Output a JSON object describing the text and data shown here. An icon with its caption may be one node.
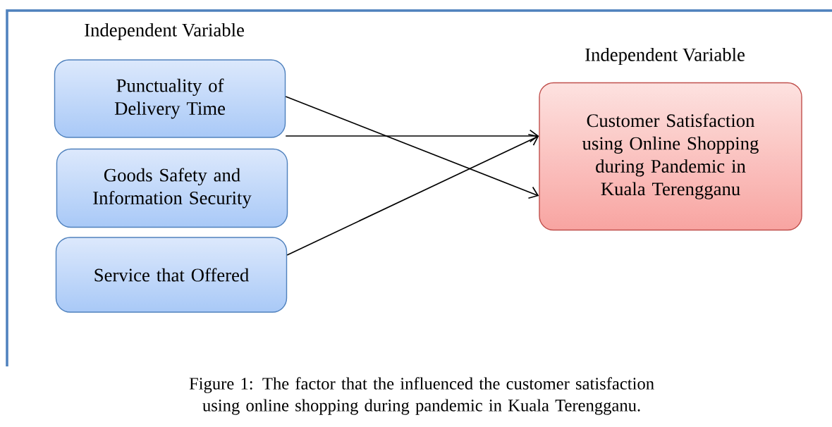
{
  "diagram": {
    "caption": "Figure 1: The factor that the influenced the customer satisfaction using online shopping during pandemic in Kuala Terengganu.",
    "nodes": [
      {
        "text": [
          "Punctuality of Delivery Time"
        ]
      },
      {
        "text": [
          "Goods Safety and Information Security"
        ]
      },
      {
        "text": [
          "Service that Offered"
        ]
      },
      {
        "text": [
          "Customer Satisfaction using Online Shopping during Pandemic in Kuala Terengganu"
        ]
      }
    ],
    "edges": [
      {
        "from": 0,
        "to": 3,
        "arrow": "to"
      },
      {
        "from": 0,
        "to": 3,
        "arrow": "to"
      },
      {
        "from": 2,
        "to": 3,
        "arrow": "to"
      }
    ],
    "labels": [
      "Independent Variable",
      "Independent Variable"
    ]
  }
}
